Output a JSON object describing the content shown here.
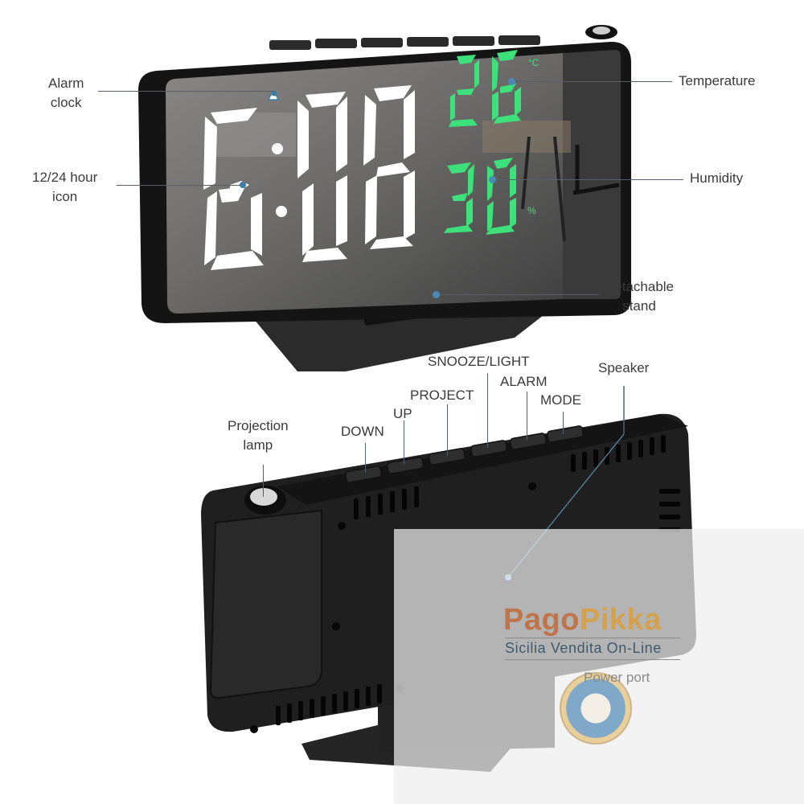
{
  "product": "Mirror LED projection alarm clock",
  "front_view": {
    "time_display": "6:08",
    "temperature": {
      "value": "26",
      "unit": "°C",
      "color": "#3de07a"
    },
    "humidity": {
      "value": "30",
      "unit": "%",
      "color": "#3de07a"
    },
    "digit_color": "#ffffff"
  },
  "callouts_front": {
    "alarm_clock": {
      "line1": "Alarm",
      "line2": "clock"
    },
    "hour_icon": {
      "line1": "12/24 hour",
      "line2": "icon"
    },
    "temperature": "Temperature",
    "humidity": "Humidity",
    "stand": {
      "line1": "Detachable",
      "line2": "stand"
    }
  },
  "callouts_back": {
    "projection_lamp": {
      "line1": "Projection",
      "line2": "lamp"
    },
    "buttons": [
      "DOWN",
      "UP",
      "PROJECT",
      "SNOOZE/LIGHT",
      "ALARM",
      "MODE"
    ],
    "speaker": "Speaker",
    "power_port": "Power port"
  },
  "watermark": {
    "brand_part1": "Pago",
    "brand_part2": "Pikka",
    "tagline": "Sicilia Vendita On-Line"
  },
  "colors": {
    "accent_line": "#56606a",
    "callout_dot": "#4a8bb5",
    "body": "#1c1c1c"
  }
}
